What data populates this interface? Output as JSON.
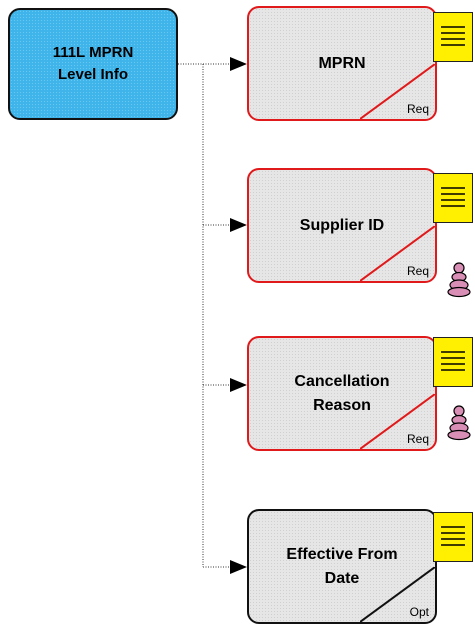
{
  "root": {
    "line1": "111L MPRN",
    "line2": "Level Info"
  },
  "nodes": [
    {
      "label": "MPRN",
      "tag": "Req",
      "required": true,
      "has_person_icon": false
    },
    {
      "label": "Supplier ID",
      "tag": "Req",
      "required": true,
      "has_person_icon": true
    },
    {
      "label_line1": "Cancellation",
      "label_line2": "Reason",
      "tag": "Req",
      "required": true,
      "has_person_icon": true
    },
    {
      "label_line1": "Effective From",
      "label_line2": "Date",
      "tag": "Opt",
      "required": false,
      "has_person_icon": false
    }
  ],
  "icons": {
    "note": "note-icon",
    "person": "stacked-person-icon",
    "arrow": "arrowhead-icon"
  },
  "colors": {
    "root_fill": "#3fb4ea",
    "required_border": "#e0191b",
    "optional_border": "#111111",
    "note_fill": "#ffef00"
  }
}
